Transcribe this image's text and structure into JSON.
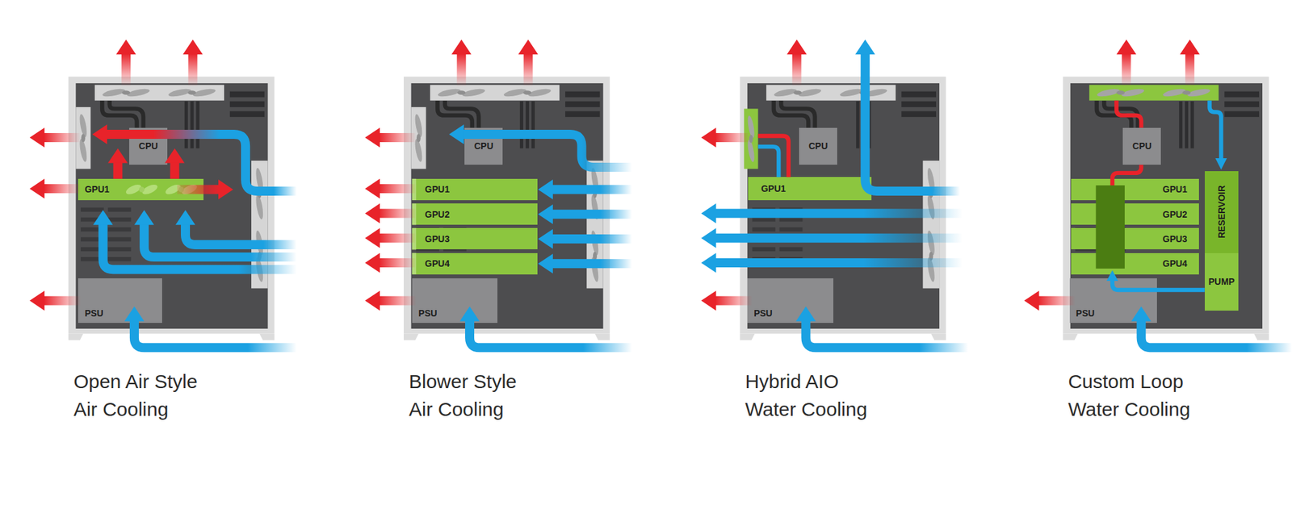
{
  "diagram": {
    "nodes": [
      {
        "text": [
          "Open Air Style Air Cooling"
        ]
      },
      {
        "text": [
          "CPU"
        ],
        "in": 0
      },
      {
        "text": [
          "GPU1"
        ],
        "in": 0
      },
      {
        "text": [
          "PSU"
        ],
        "in": 0
      },
      {
        "text": [
          "Blower Style Air Cooling"
        ]
      },
      {
        "text": [
          "CPU"
        ],
        "in": 4
      },
      {
        "text": [
          "GPU1"
        ],
        "in": 4
      },
      {
        "text": [
          "GPU2"
        ],
        "in": 4
      },
      {
        "text": [
          "GPU3"
        ],
        "in": 4
      },
      {
        "text": [
          "GPU4"
        ],
        "in": 4
      },
      {
        "text": [
          "PSU"
        ],
        "in": 4
      },
      {
        "text": [
          "Hybrid AIO Water Cooling"
        ]
      },
      {
        "text": [
          "CPU"
        ],
        "in": 11
      },
      {
        "text": [
          "GPU1"
        ],
        "in": 11
      },
      {
        "text": [
          "PSU"
        ],
        "in": 11
      },
      {
        "text": [
          "Custom Loop Water Cooling"
        ]
      },
      {
        "text": [
          "CPU"
        ],
        "in": 15
      },
      {
        "text": [
          "GPU1"
        ],
        "in": 15
      },
      {
        "text": [
          "GPU2"
        ],
        "in": 15
      },
      {
        "text": [
          "GPU3"
        ],
        "in": 15
      },
      {
        "text": [
          "GPU4"
        ],
        "in": 15
      },
      {
        "text": [
          "RESERVOIR"
        ],
        "in": 15
      },
      {
        "text": [
          "PUMP"
        ],
        "in": 15
      },
      {
        "text": [
          "PSU"
        ],
        "in": 15
      }
    ]
  }
}
